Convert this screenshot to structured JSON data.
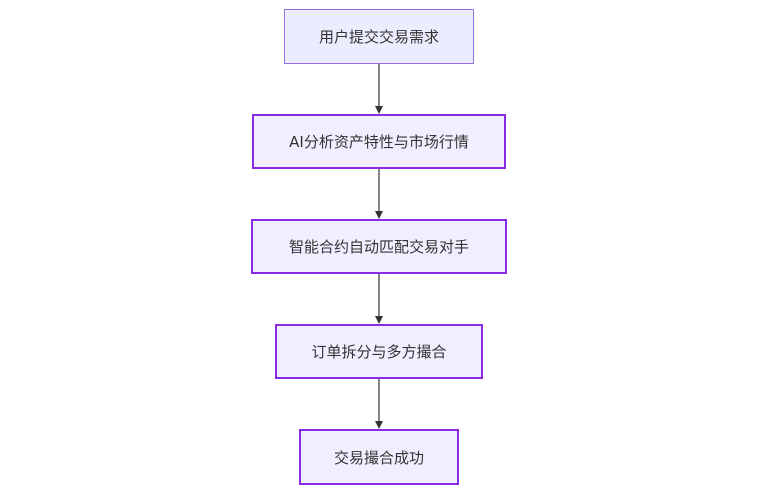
{
  "diagram": {
    "type": "flowchart",
    "direction": "top-to-bottom",
    "colors": {
      "start_fill": "#ececff",
      "start_border": "#9370db",
      "step_fill": "#f1efff",
      "step_border": "#8a2be2",
      "arrow": "#333333"
    },
    "nodes": [
      {
        "id": "n1",
        "label": "用户提交交易需求"
      },
      {
        "id": "n2",
        "label": "AI分析资产特性与市场行情"
      },
      {
        "id": "n3",
        "label": "智能合约自动匹配交易对手"
      },
      {
        "id": "n4",
        "label": "订单拆分与多方撮合"
      },
      {
        "id": "n5",
        "label": "交易撮合成功"
      }
    ],
    "edges": [
      {
        "from": "n1",
        "to": "n2"
      },
      {
        "from": "n2",
        "to": "n3"
      },
      {
        "from": "n3",
        "to": "n4"
      },
      {
        "from": "n4",
        "to": "n5"
      }
    ]
  }
}
